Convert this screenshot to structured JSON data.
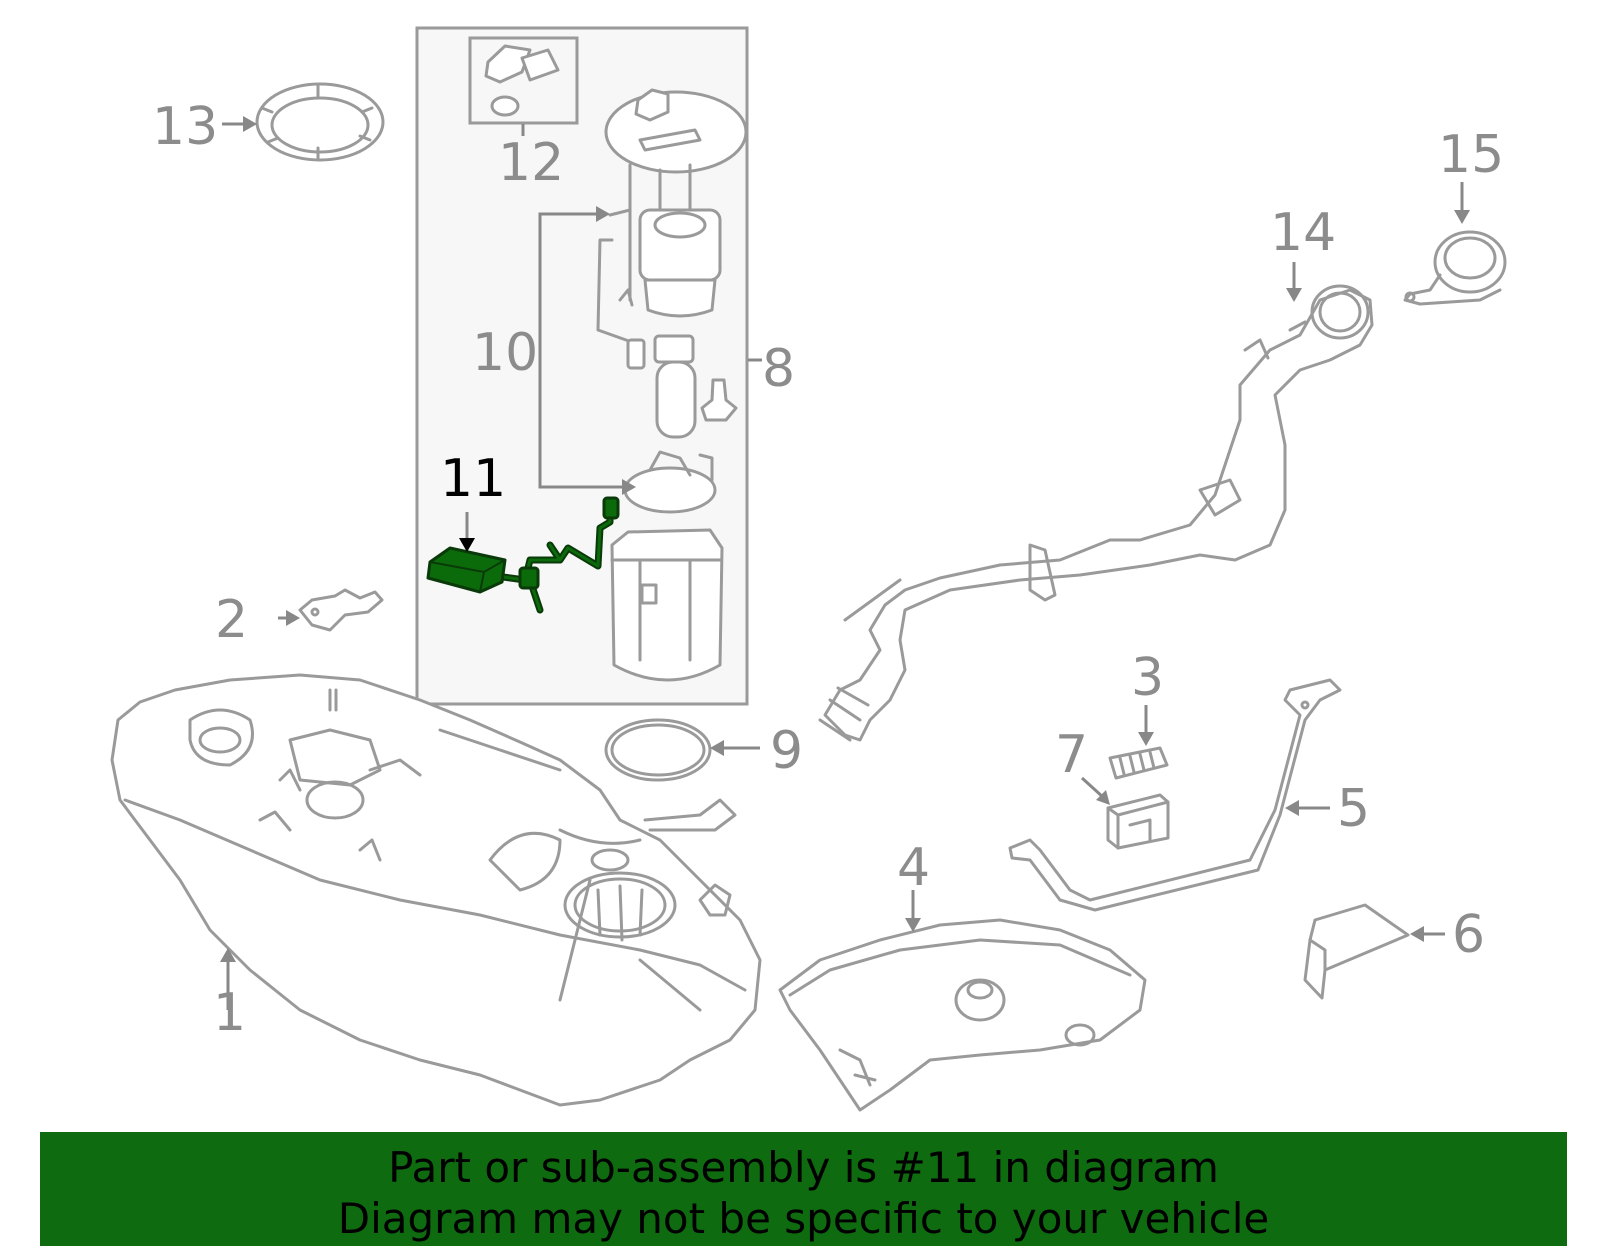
{
  "diagram": {
    "callouts": {
      "c1": "1",
      "c2": "2",
      "c3": "3",
      "c4": "4",
      "c5": "5",
      "c6": "6",
      "c7": "7",
      "c8": "8",
      "c9": "9",
      "c10": "10",
      "c11": "11",
      "c12": "12",
      "c13": "13",
      "c14": "14",
      "c15": "15"
    },
    "highlighted_callout": "11",
    "highlight_color": "#0f6b0f",
    "line_color": "#9a9a9a"
  },
  "banner": {
    "line1": "Part or sub-assembly is #11 in diagram",
    "line2": "Diagram may not be specific to your vehicle"
  }
}
